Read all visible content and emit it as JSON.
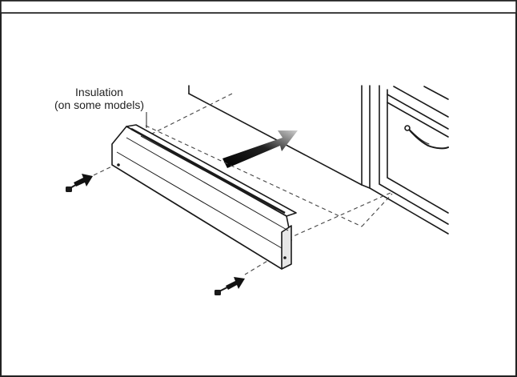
{
  "callout": {
    "line1": "Insulation",
    "line2": "(on some models)"
  },
  "parts": {
    "panel": "kickplate-panel",
    "screws": [
      "screw-left-icon",
      "screw-right-icon"
    ],
    "arrows": [
      "push-arrow-icon",
      "screw-arrow-left-icon",
      "screw-arrow-right-icon"
    ]
  },
  "colors": {
    "stroke": "#1a1a1a",
    "arrow_fill": "#111111",
    "arrow_fade": "#cfcfcf",
    "background": "#ffffff"
  }
}
